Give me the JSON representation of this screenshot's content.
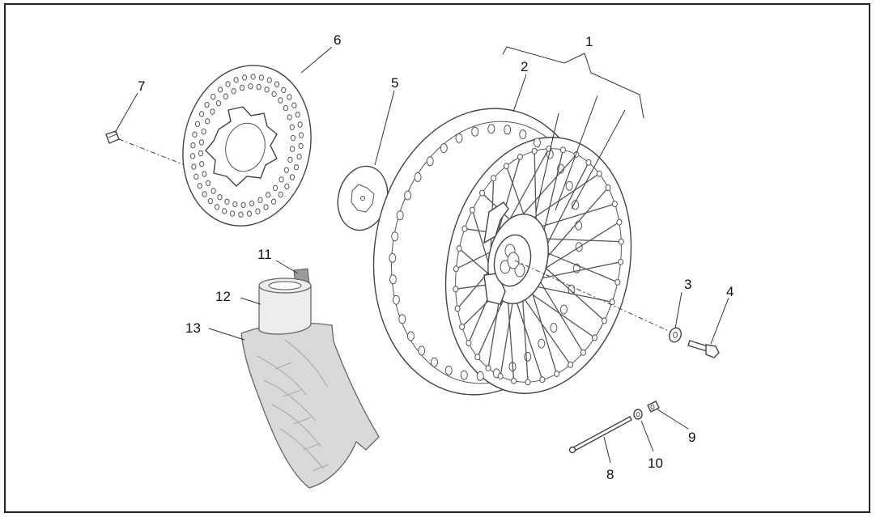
{
  "callouts": [
    {
      "id": "1",
      "part": "wheel-assembly"
    },
    {
      "id": "2",
      "part": "rim"
    },
    {
      "id": "3",
      "part": "washer"
    },
    {
      "id": "4",
      "part": "bolt"
    },
    {
      "id": "5",
      "part": "disc-adapter"
    },
    {
      "id": "6",
      "part": "brake-disc"
    },
    {
      "id": "7",
      "part": "disc-screw"
    },
    {
      "id": "8",
      "part": "spoke"
    },
    {
      "id": "9",
      "part": "spoke-nipple"
    },
    {
      "id": "10",
      "part": "nipple-washer"
    },
    {
      "id": "11",
      "part": "rim-tape"
    },
    {
      "id": "12",
      "part": "inner-tube"
    },
    {
      "id": "13",
      "part": "tyre"
    }
  ]
}
